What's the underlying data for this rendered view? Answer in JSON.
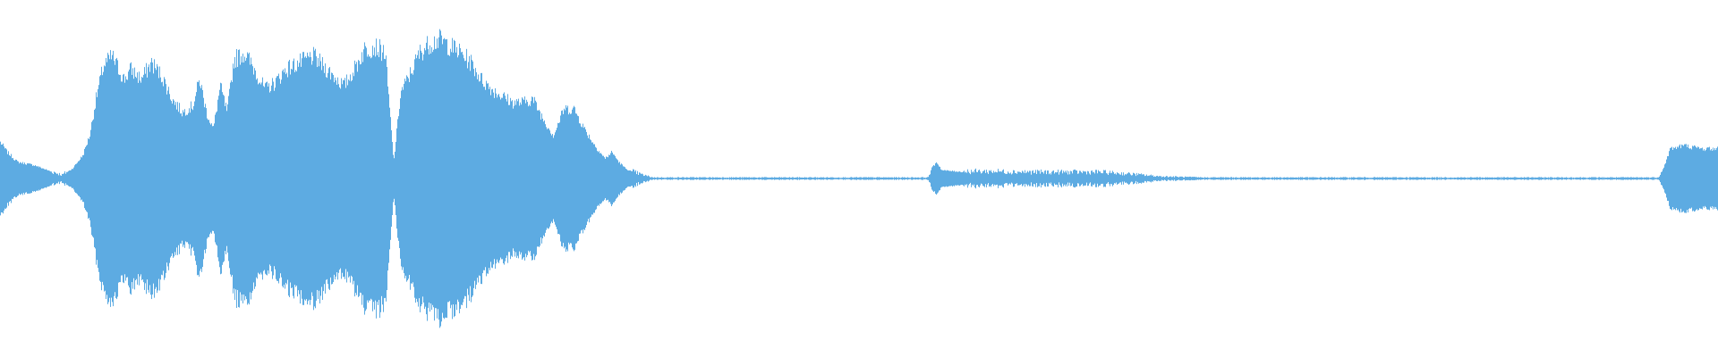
{
  "waveform": {
    "color": "#5dabe2",
    "background": "#ffffff",
    "amplitude_envelope": [
      [
        0.0,
        0.11
      ],
      [
        0.004,
        0.08
      ],
      [
        0.01,
        0.05
      ],
      [
        0.02,
        0.04
      ],
      [
        0.03,
        0.02
      ],
      [
        0.036,
        0.01
      ],
      [
        0.042,
        0.03
      ],
      [
        0.048,
        0.07
      ],
      [
        0.052,
        0.13
      ],
      [
        0.056,
        0.25
      ],
      [
        0.06,
        0.34
      ],
      [
        0.065,
        0.37
      ],
      [
        0.072,
        0.3
      ],
      [
        0.076,
        0.33
      ],
      [
        0.082,
        0.3
      ],
      [
        0.088,
        0.35
      ],
      [
        0.094,
        0.31
      ],
      [
        0.1,
        0.24
      ],
      [
        0.106,
        0.2
      ],
      [
        0.112,
        0.22
      ],
      [
        0.116,
        0.3
      ],
      [
        0.12,
        0.2
      ],
      [
        0.124,
        0.15
      ],
      [
        0.128,
        0.28
      ],
      [
        0.132,
        0.2
      ],
      [
        0.136,
        0.36
      ],
      [
        0.142,
        0.38
      ],
      [
        0.148,
        0.33
      ],
      [
        0.154,
        0.27
      ],
      [
        0.16,
        0.29
      ],
      [
        0.166,
        0.33
      ],
      [
        0.174,
        0.35
      ],
      [
        0.182,
        0.37
      ],
      [
        0.188,
        0.34
      ],
      [
        0.194,
        0.31
      ],
      [
        0.2,
        0.28
      ],
      [
        0.206,
        0.33
      ],
      [
        0.212,
        0.39
      ],
      [
        0.218,
        0.4
      ],
      [
        0.224,
        0.38
      ],
      [
        0.229,
        0.05
      ],
      [
        0.233,
        0.26
      ],
      [
        0.238,
        0.31
      ],
      [
        0.244,
        0.38
      ],
      [
        0.25,
        0.41
      ],
      [
        0.256,
        0.42
      ],
      [
        0.262,
        0.4
      ],
      [
        0.268,
        0.38
      ],
      [
        0.274,
        0.35
      ],
      [
        0.28,
        0.3
      ],
      [
        0.286,
        0.27
      ],
      [
        0.292,
        0.25
      ],
      [
        0.298,
        0.23
      ],
      [
        0.304,
        0.23
      ],
      [
        0.31,
        0.24
      ],
      [
        0.316,
        0.18
      ],
      [
        0.322,
        0.13
      ],
      [
        0.328,
        0.21
      ],
      [
        0.334,
        0.21
      ],
      [
        0.34,
        0.15
      ],
      [
        0.346,
        0.1
      ],
      [
        0.352,
        0.06
      ],
      [
        0.356,
        0.08
      ],
      [
        0.36,
        0.05
      ],
      [
        0.364,
        0.03
      ],
      [
        0.368,
        0.02
      ],
      [
        0.374,
        0.01
      ],
      [
        0.38,
        0.003
      ],
      [
        0.54,
        0.003
      ],
      [
        0.542,
        0.03
      ],
      [
        0.545,
        0.05
      ],
      [
        0.548,
        0.025
      ],
      [
        0.56,
        0.02
      ],
      [
        0.58,
        0.02
      ],
      [
        0.6,
        0.018
      ],
      [
        0.62,
        0.018
      ],
      [
        0.64,
        0.018
      ],
      [
        0.66,
        0.012
      ],
      [
        0.675,
        0.006
      ],
      [
        0.7,
        0.003
      ],
      [
        0.965,
        0.003
      ],
      [
        0.968,
        0.03
      ],
      [
        0.972,
        0.09
      ],
      [
        0.98,
        0.1
      ],
      [
        0.99,
        0.09
      ],
      [
        1.0,
        0.09
      ]
    ]
  }
}
